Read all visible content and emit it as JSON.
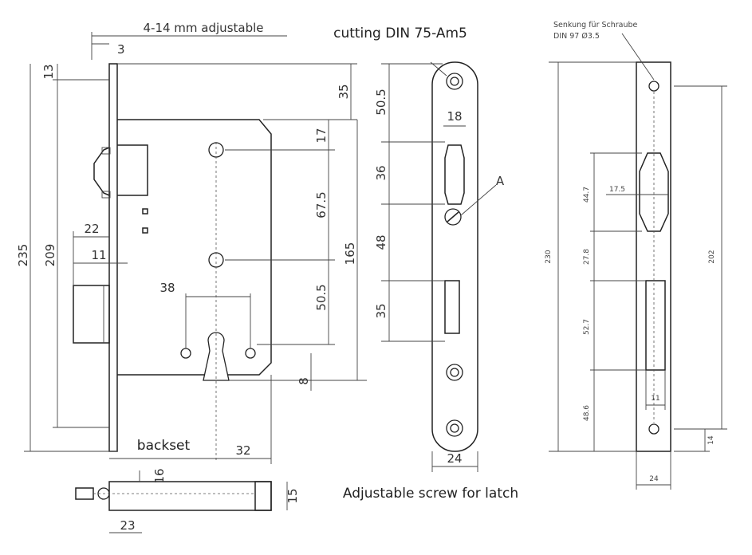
{
  "captions": {
    "adjustable_range": "4-14 mm adjustable",
    "cutting": "cutting DIN 75-Am5",
    "backset": "backset",
    "latch_screw": "Adjustable screw for latch",
    "marker_a": "A",
    "countersink_line1": "Senkung für Schraube",
    "countersink_line2": "DIN 97 Ø3.5"
  },
  "dims_left": {
    "d3": "3",
    "d13": "13",
    "d35": "35",
    "d17": "17",
    "d67_5": "67.5",
    "d165": "165",
    "d50_5": "50.5",
    "d8": "8",
    "d235": "235",
    "d209": "209",
    "d22": "22",
    "d11": "11",
    "d38": "38",
    "d32": "32"
  },
  "dims_middle": {
    "d50_5": "50.5",
    "d18": "18",
    "d36": "36",
    "d48": "48",
    "d35": "35",
    "d24": "24"
  },
  "dims_bottom": {
    "d16": "16",
    "d15": "15",
    "d23": "23"
  },
  "dims_right": {
    "d230": "230",
    "d202": "202",
    "d44_7": "44.7",
    "d17_5": "17.5",
    "d27_8": "27.8",
    "d52_7": "52.7",
    "d48_6": "48.6",
    "d11": "11",
    "d14": "14",
    "d24": "24"
  }
}
